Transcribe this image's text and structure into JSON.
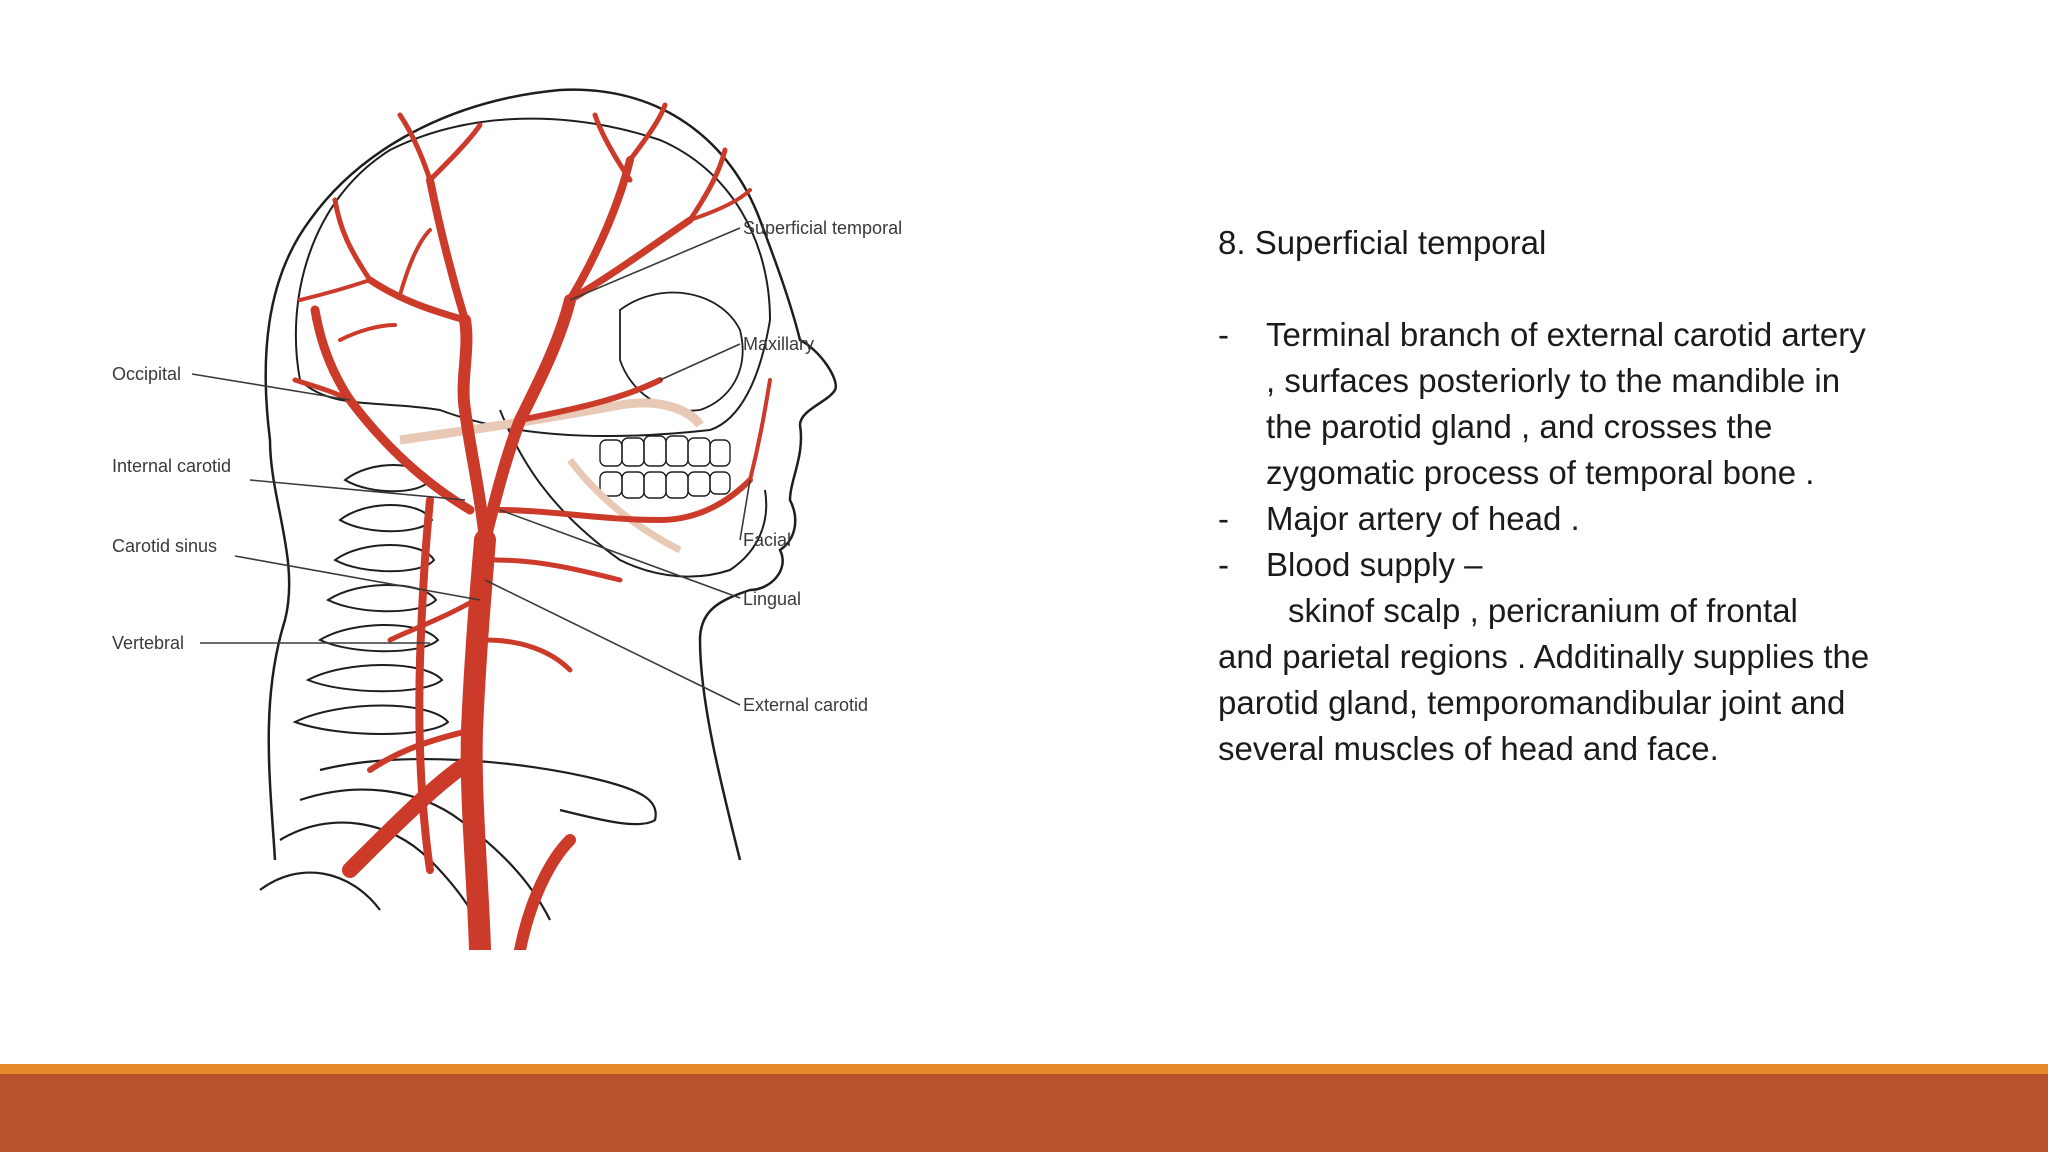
{
  "figure": {
    "labels": {
      "superficial_temporal": "Superficial temporal",
      "maxillary": "Maxillary",
      "occipital": "Occipital",
      "internal_carotid": "Internal carotid",
      "carotid_sinus": "Carotid sinus",
      "vertebral": "Vertebral",
      "facial": "Facial",
      "lingual": "Lingual",
      "external_carotid": "External carotid"
    },
    "colors": {
      "artery": "#cc3a2a",
      "outline": "#1e1e1e",
      "bone_tint": "#e8c9b6"
    }
  },
  "content": {
    "heading": "8. Superficial temporal",
    "bullet_marker": "-",
    "bullets": [
      "Terminal branch of external carotid artery , surfaces posteriorly to the mandible in the parotid gland , and crosses the zygomatic process of temporal bone .",
      "Major artery of head .",
      "Blood supply  –"
    ],
    "blood_supply_line1": "skinof scalp , pericranium of frontal",
    "blood_supply_rest": "and parietal regions . Additinally supplies the parotid gland, temporomandibular joint and several muscles of head and face."
  },
  "footer": {
    "stripe_color": "#e58a2a",
    "bar_color": "#b8542c"
  }
}
